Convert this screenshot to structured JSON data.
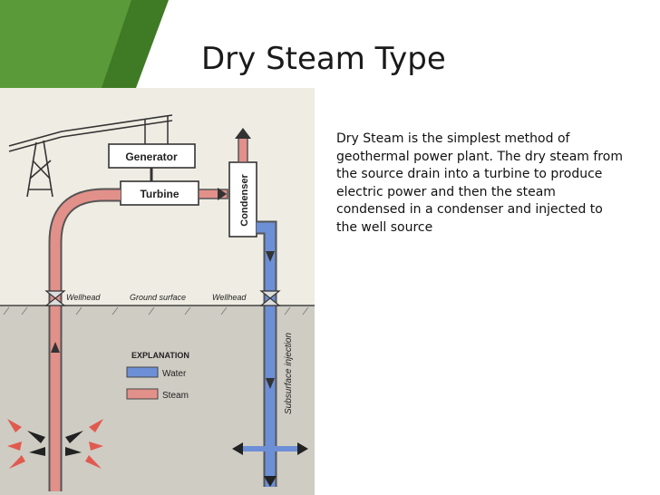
{
  "slide": {
    "title": "Dry Steam Type",
    "description": "Dry Steam is the simplest method of geothermal power plant. The dry steam from the source drain into a turbine to produce electric power and then the steam condensed in a condenser and injected to the well source"
  },
  "diagram": {
    "generator_label": "Generator",
    "turbine_label": "Turbine",
    "condenser_label": "Condenser",
    "wellhead_left_label": "Wellhead",
    "ground_surface_label": "Ground surface",
    "wellhead_right_label": "Wellhead",
    "subsurface_label": "Subsurface injection",
    "legend_title": "EXPLANATION",
    "legend_water": "Water",
    "legend_steam": "Steam"
  },
  "colors": {
    "accent_green": "#4e8c2f",
    "steam": "#e2908a",
    "water": "#6d8fd6",
    "sky": "#efece3",
    "ground": "#cfccc4"
  }
}
